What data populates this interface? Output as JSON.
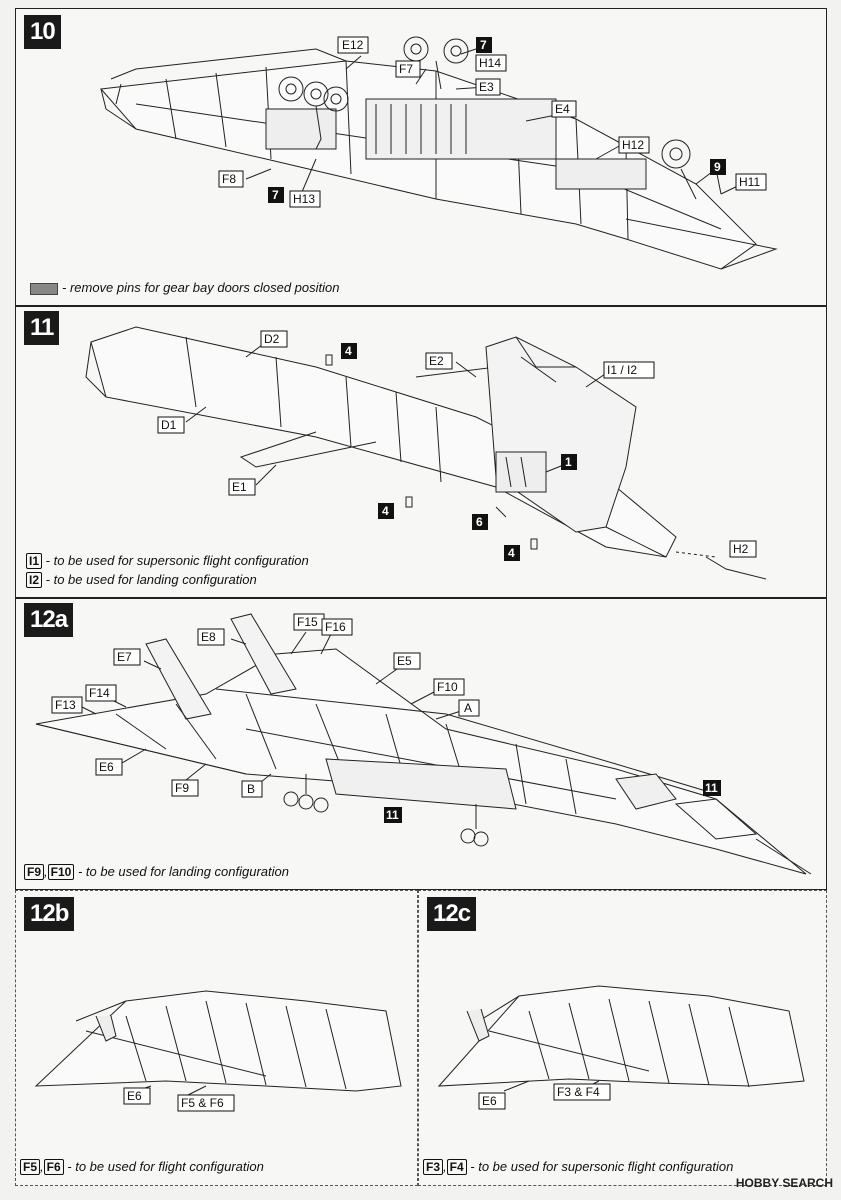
{
  "steps": {
    "s10": {
      "number": "10",
      "note": "- remove pins for gear bay doors closed position",
      "labels": {
        "E12": "E12",
        "F7": "F7",
        "H14": "H14",
        "E3": "E3",
        "E4": "E4",
        "H12": "H12",
        "H11": "H11",
        "F8": "F8",
        "H13": "H13",
        "c7a": "7",
        "c7b": "7",
        "c9": "9"
      }
    },
    "s11": {
      "number": "11",
      "labels": {
        "D2": "D2",
        "D1": "D1",
        "E1": "E1",
        "E2": "E2",
        "I1I2": "I1 / I2",
        "H2": "H2",
        "c4a": "4",
        "c4b": "4",
        "c4c": "4",
        "c1": "1",
        "c6": "6"
      },
      "note1_part": "I1",
      "note1": "- to be used for supersonic flight configuration",
      "note2_part": "I2",
      "note2": "- to be used for landing configuration"
    },
    "s12a": {
      "number": "12a",
      "labels": {
        "E7": "E7",
        "E8": "E8",
        "F15": "F15",
        "F16": "F16",
        "E5": "E5",
        "F10": "F10",
        "A": "A",
        "F13": "F13",
        "F14": "F14",
        "E6": "E6",
        "F9": "F9",
        "B": "B",
        "c11a": "11",
        "c11b": "11"
      },
      "note_part1": "F9",
      "note_part2": "F10",
      "note": "- to be used for landing configuration"
    },
    "s12b": {
      "number": "12b",
      "labels": {
        "E6": "E6",
        "F5F6": "F5 & F6"
      },
      "note_part1": "F5",
      "note_part2": "F6",
      "note": "- to be used for flight configuration"
    },
    "s12c": {
      "number": "12c",
      "labels": {
        "E6": "E6",
        "F3F4": "F3 & F4"
      },
      "note_part1": "F3",
      "note_part2": "F4",
      "note": "- to be used for supersonic flight configuration"
    }
  },
  "watermark": "HOBBY SEARCH"
}
